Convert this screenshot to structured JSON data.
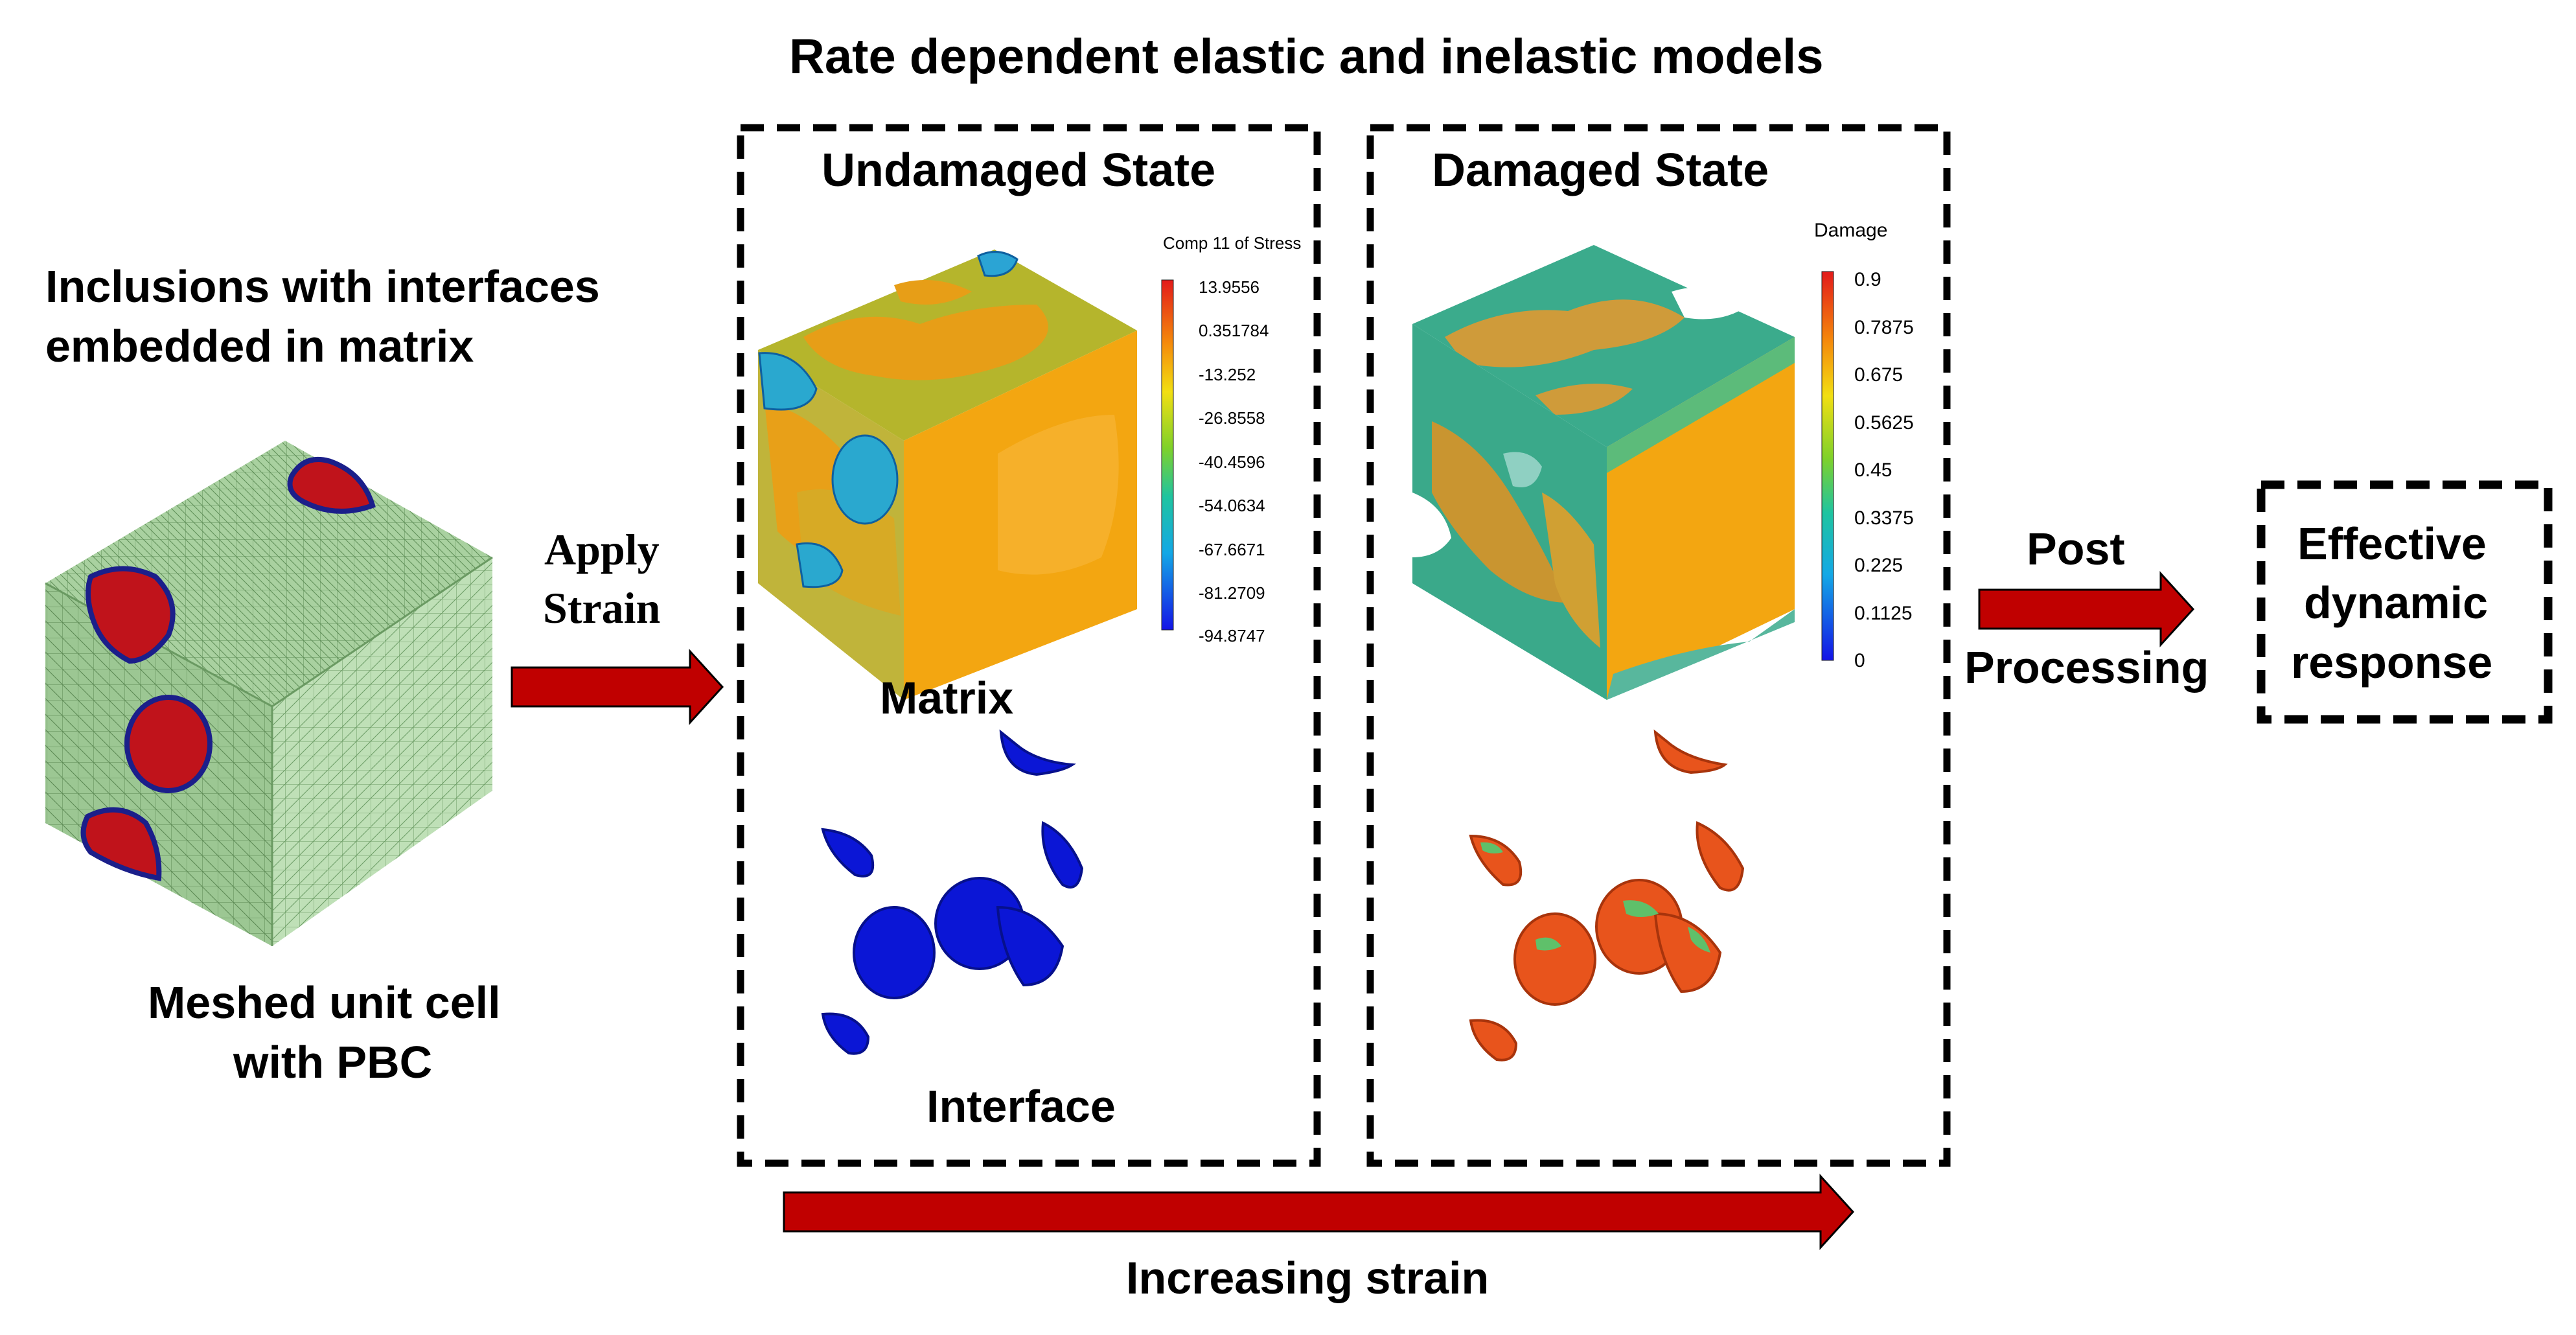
{
  "header": {
    "title": "Rate dependent elastic and inelastic models"
  },
  "left_panel": {
    "caption_top": [
      "Inclusions with interfaces",
      "embedded in matrix"
    ],
    "caption_bottom": [
      "Meshed unit cell",
      "with PBC"
    ]
  },
  "arrows": {
    "apply": [
      "Apply",
      "Strain"
    ],
    "post": [
      "Post",
      "Processing"
    ],
    "increasing": "Increasing strain"
  },
  "undamaged": {
    "title": "Undamaged State",
    "matrix_label": "Matrix",
    "interface_label": "Interface",
    "legend_title": "Comp 11 of Stress",
    "legend_values": [
      "13.9556",
      "0.351784",
      "-13.252",
      "-26.8558",
      "-40.4596",
      "-54.0634",
      "-67.6671",
      "-81.2709",
      "-94.8747"
    ]
  },
  "damaged": {
    "title": "Damaged State",
    "legend_title": "Damage",
    "legend_values": [
      "0.9",
      "0.7875",
      "0.675",
      "0.5625",
      "0.45",
      "0.3375",
      "0.225",
      "0.1125",
      "0"
    ]
  },
  "output_box": {
    "lines": [
      "Effective",
      "dynamic",
      "response"
    ]
  },
  "colors": {
    "arrow": "#c00000",
    "mesh": "#a6cf9e",
    "inclusion": "#c0131b",
    "interface_blue": "#0b16d6",
    "interface_orange": "#e8541c",
    "stress_top": "#b7b72a",
    "stress_side": "#f3a510",
    "damage_green": "#37a98a"
  }
}
